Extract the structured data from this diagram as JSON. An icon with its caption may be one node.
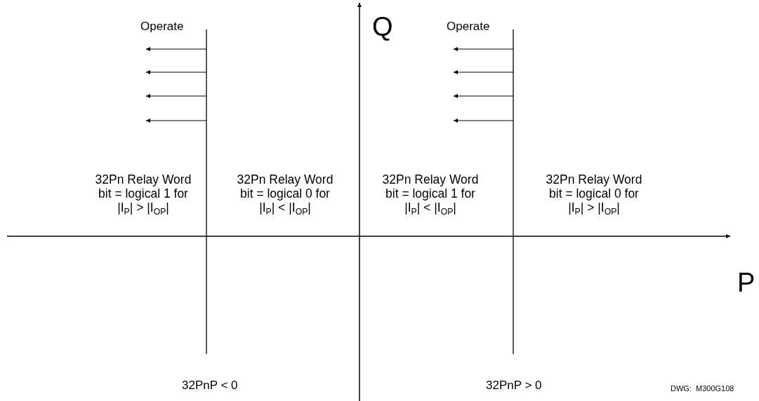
{
  "diagram": {
    "labels": [
      "Operate",
      "Q",
      "Operate",
      "32Pn Relay Word bit = logical 1 for |I$_{P}$| > |I$_{OP}$|",
      "32Pn Relay Word bit = logical 0 for |I$_{P}$| < |I$_{OP}$|",
      "32Pn Relay Word bit = logical 1 for |I$_{P}$| < |I$_{OP}$|",
      "32Pn Relay Word bit = logical 0 for |I$_{P}$| > |I$_{OP}$|",
      "P",
      "DWG:  M300G108",
      "32PnP < 0",
      "32PnP > 0"
    ]
  }
}
